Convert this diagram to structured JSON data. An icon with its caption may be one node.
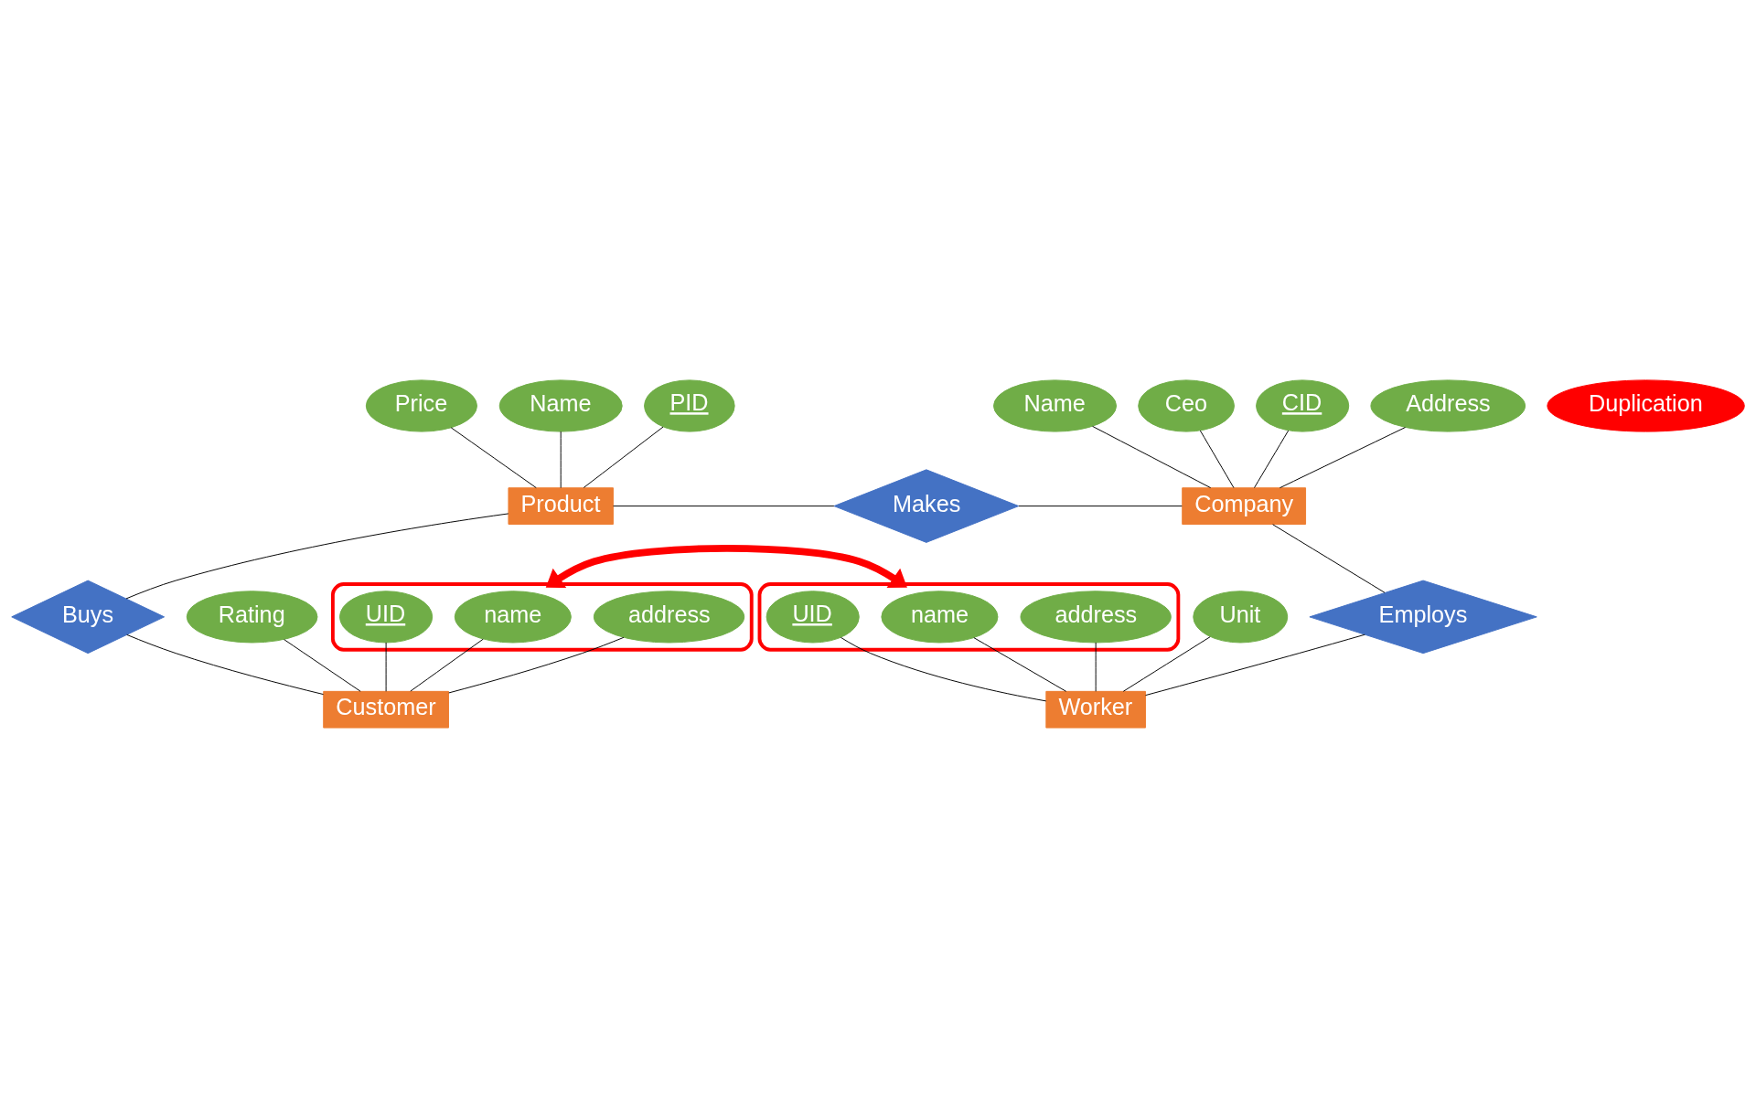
{
  "diagram": {
    "nodes": [
      {
        "text": [
          "Price"
        ]
      },
      {
        "text": [
          "Name"
        ]
      },
      {
        "text": [
          "PID"
        ]
      },
      {
        "text": [
          "Product"
        ]
      },
      {
        "text": [
          "Makes"
        ]
      },
      {
        "text": [
          "Company"
        ]
      },
      {
        "text": [
          "Name"
        ]
      },
      {
        "text": [
          "Ceo"
        ]
      },
      {
        "text": [
          "CID"
        ]
      },
      {
        "text": [
          "Address"
        ]
      },
      {
        "text": [
          "Buys"
        ]
      },
      {
        "text": [
          "Employs"
        ]
      },
      {
        "text": [
          "Duplication"
        ]
      },
      {
        "text": [
          "Rating"
        ]
      },
      {
        "text": [
          "Customer"
        ]
      },
      {
        "text": [],
        "shape": "box"
      },
      {
        "text": [
          "address"
        ],
        "in": 15
      },
      {
        "text": [
          "name"
        ],
        "in": 15
      },
      {
        "text": [
          "UID"
        ],
        "in": 15
      },
      {
        "text": [],
        "shape": "box"
      },
      {
        "text": [
          "address"
        ],
        "in": 19
      },
      {
        "text": [
          "name"
        ],
        "in": 19
      },
      {
        "text": [
          "UID"
        ],
        "in": 19
      },
      {
        "text": [
          "Worker"
        ]
      },
      {
        "text": [
          "Unit"
        ]
      }
    ],
    "edges": [
      {
        "from": 0,
        "to": 3,
        "arrow": "none"
      },
      {
        "from": 1,
        "to": 3,
        "arrow": "none"
      },
      {
        "from": 2,
        "to": 3,
        "arrow": "none"
      },
      {
        "from": 3,
        "to": 4,
        "arrow": "none"
      },
      {
        "from": 4,
        "to": 5,
        "arrow": "none"
      },
      {
        "from": 6,
        "to": 5,
        "arrow": "none"
      },
      {
        "from": 7,
        "to": 5,
        "arrow": "none"
      },
      {
        "from": 8,
        "to": 5,
        "arrow": "none"
      },
      {
        "from": 9,
        "to": 5,
        "arrow": "none"
      },
      {
        "from": 3,
        "to": 10,
        "arrow": "none"
      },
      {
        "from": 10,
        "to": 14,
        "arrow": "none"
      },
      {
        "from": 5,
        "to": 11,
        "arrow": "none"
      },
      {
        "from": 11,
        "to": 23,
        "arrow": "none"
      },
      {
        "from": 13,
        "to": 14,
        "arrow": "none"
      },
      {
        "from": 16,
        "to": 14,
        "arrow": "none"
      },
      {
        "from": 17,
        "to": 14,
        "arrow": "none"
      },
      {
        "from": 18,
        "to": 14,
        "arrow": "none"
      },
      {
        "from": 20,
        "to": 23,
        "arrow": "none"
      },
      {
        "from": 21,
        "to": 23,
        "arrow": "none"
      },
      {
        "from": 22,
        "to": 23,
        "arrow": "none"
      },
      {
        "from": 24,
        "to": 23,
        "arrow": "none"
      },
      {
        "from": 15,
        "to": 19,
        "arrow": "both",
        "style": "thick",
        "color": "#ff0000"
      }
    ]
  }
}
